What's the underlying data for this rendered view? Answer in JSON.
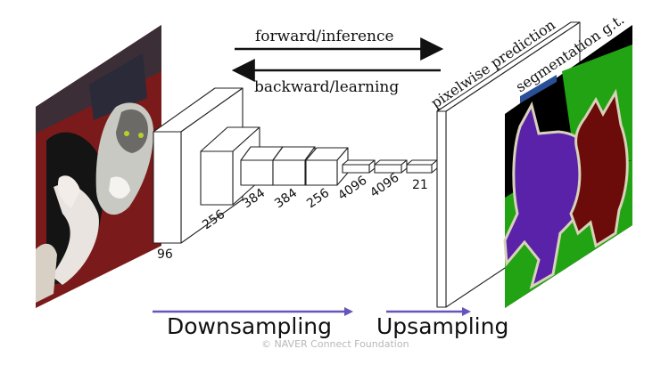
{
  "arrows": {
    "forward": "forward/inference",
    "backward": "backward/learning"
  },
  "output_labels": {
    "prediction": "pixelwise prediction",
    "ground_truth": "segmentation g.t."
  },
  "layers": [
    {
      "label": "96"
    },
    {
      "label": "256"
    },
    {
      "label": "384"
    },
    {
      "label": "384"
    },
    {
      "label": "256"
    },
    {
      "label": "4096"
    },
    {
      "label": "4096"
    },
    {
      "label": "21"
    }
  ],
  "bottom": {
    "downsampling": "Downsampling",
    "upsampling": "Upsampling"
  },
  "credit": "© NAVER Connect Foundation",
  "colors": {
    "arrow_purple": "#6655bb",
    "seg_purple": "#5a22a8",
    "seg_maroon": "#6b0c0a",
    "seg_green": "#22a313",
    "seg_border": "#d8d2ba"
  }
}
